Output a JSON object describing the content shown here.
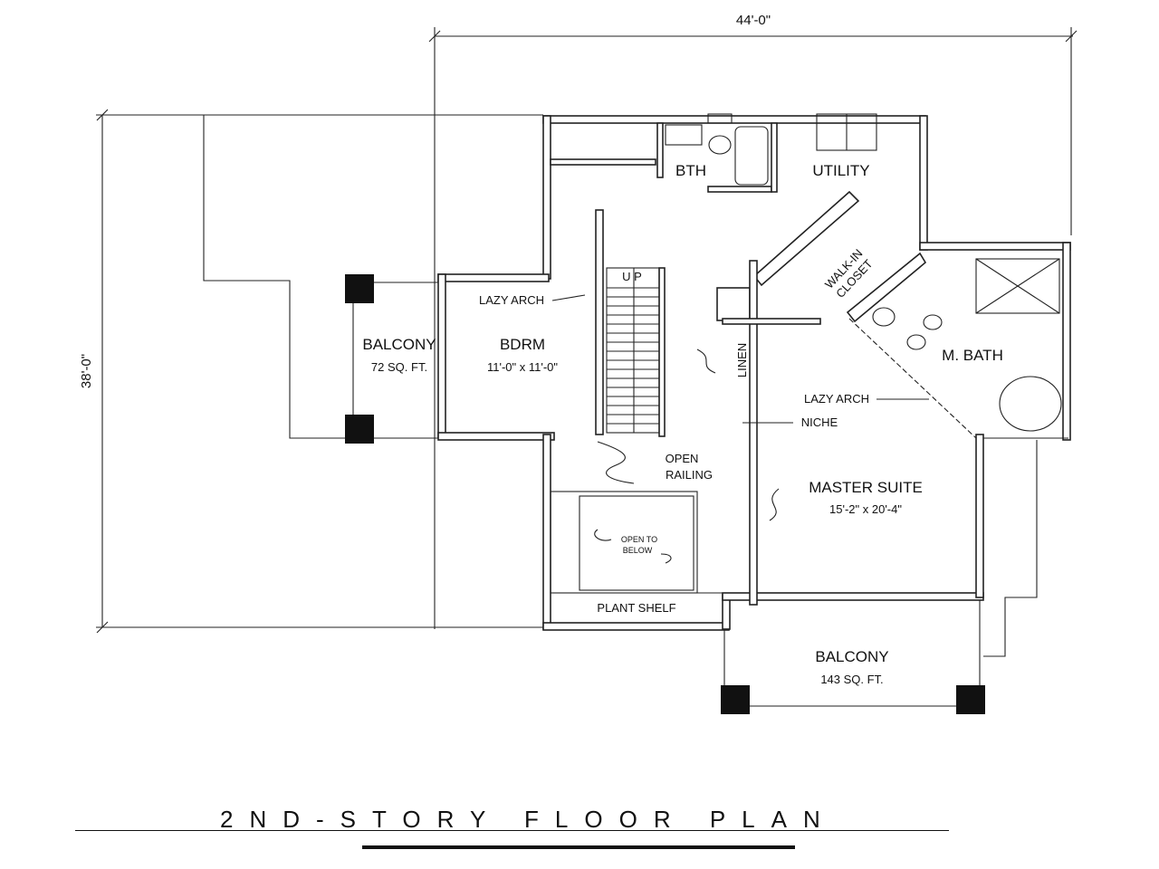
{
  "dimensions": {
    "width": "44'-0\"",
    "depth": "38'-0\""
  },
  "rooms": {
    "bth": "BTH",
    "utility": "UTILITY",
    "walkin_closet": [
      "WALK-IN",
      "CLOSET"
    ],
    "m_bath": "M. BATH",
    "bdrm": {
      "name": "BDRM",
      "size": "11'-0\" x 11'-0\""
    },
    "balcony_west": {
      "name": "BALCONY",
      "area": "72 SQ. FT."
    },
    "linen": "LINEN",
    "master_suite": {
      "name": "MASTER SUITE",
      "size": "15'-2\" x 20'-4\""
    },
    "balcony_south": {
      "name": "BALCONY",
      "area": "143 SQ. FT."
    }
  },
  "notes": {
    "up": "U P",
    "lazy_arch_1": "LAZY ARCH",
    "lazy_arch_2": "LAZY ARCH",
    "niche": "NICHE",
    "open_railing": [
      "OPEN",
      "RAILING"
    ],
    "open_to_below": [
      "OPEN TO",
      "BELOW"
    ],
    "plant_shelf": "PLANT SHELF"
  },
  "title": "2ND-STORY FLOOR PLAN"
}
